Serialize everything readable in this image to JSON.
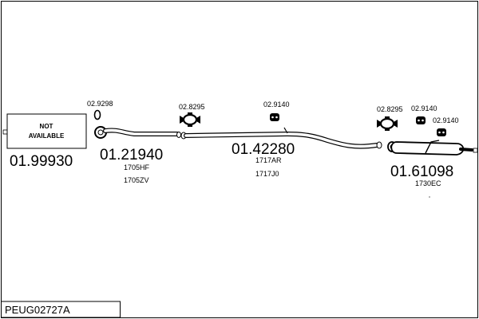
{
  "title": "PEUG02727A",
  "parts": [
    {
      "id": "front",
      "note_line1": "NOT",
      "note_line2": "AVAILABLE",
      "number": "01.99930"
    },
    {
      "id": "pipe1",
      "number": "01.21940",
      "codes": [
        "1705HF",
        "1705ZV"
      ]
    },
    {
      "id": "pipe2",
      "number": "01.42280",
      "codes": [
        "1717AR",
        "1717J0"
      ]
    },
    {
      "id": "muffler",
      "number": "01.61098",
      "codes": [
        "1730EC"
      ]
    }
  ],
  "fittings": [
    {
      "id": "ring",
      "code": "02.9298",
      "icon": "ring-gasket-icon"
    },
    {
      "id": "clamp1",
      "code": "02.8295",
      "icon": "clamp-icon"
    },
    {
      "id": "hanger1",
      "code": "02.9140",
      "icon": "rubber-hanger-icon"
    },
    {
      "id": "clamp2",
      "code": "02.8295",
      "icon": "clamp-icon"
    },
    {
      "id": "hanger2",
      "code": "02.9140",
      "icon": "rubber-hanger-icon"
    },
    {
      "id": "hanger3",
      "code": "02.9140",
      "icon": "rubber-hanger-icon"
    }
  ]
}
